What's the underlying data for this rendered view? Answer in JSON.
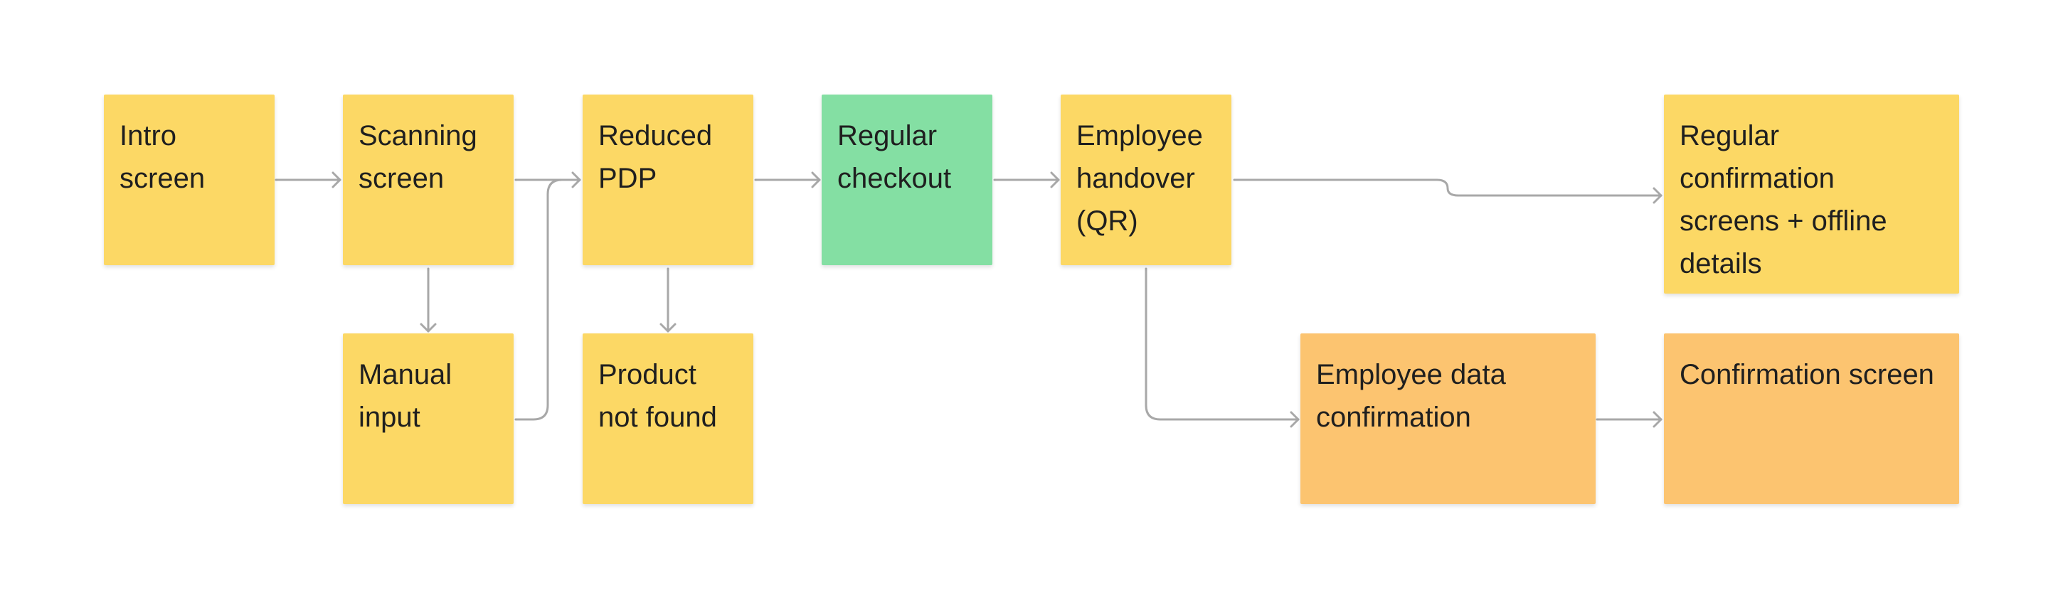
{
  "colors": {
    "yellow": "#fcd865",
    "green": "#84dfa3",
    "orange": "#fcc470",
    "connector": "#a8a8a8",
    "text": "#1f1f1f"
  },
  "notes": {
    "intro": {
      "label": "Intro\nscreen",
      "color": "yellow"
    },
    "scanning": {
      "label": "Scanning\nscreen",
      "color": "yellow"
    },
    "reduced_pdp": {
      "label": "Reduced\nPDP",
      "color": "yellow"
    },
    "regular_checkout": {
      "label": "Regular\ncheckout",
      "color": "green"
    },
    "employee_handover": {
      "label": "Employee\nhandover\n(QR)",
      "color": "yellow"
    },
    "regular_confirmation": {
      "label": "Regular\nconfirmation\nscreens + offline\ndetails",
      "color": "yellow"
    },
    "manual_input": {
      "label": "Manual\ninput",
      "color": "yellow"
    },
    "product_not_found": {
      "label": "Product\nnot found",
      "color": "yellow"
    },
    "employee_data_confirmation": {
      "label": "Employee data\nconfirmation",
      "color": "orange"
    },
    "confirmation_screen": {
      "label": "Confirmation screen",
      "color": "orange"
    }
  }
}
